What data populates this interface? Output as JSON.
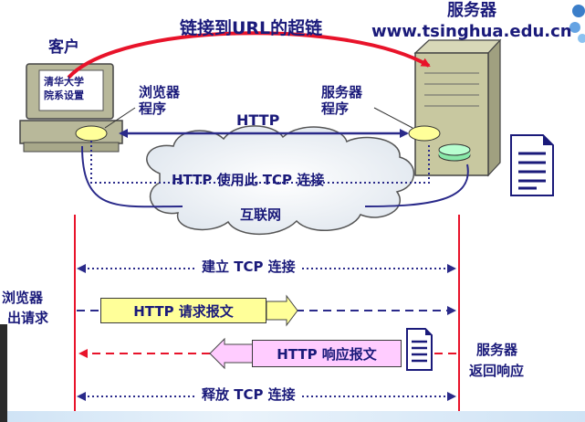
{
  "top_arrow_label": "链接到URL的超链",
  "client": {
    "title": "客户",
    "screen_line1": "清华大学",
    "screen_line2": "院系设置"
  },
  "server": {
    "title": "服务器",
    "url": "www.tsinghua.edu.cn"
  },
  "browser_program": {
    "line1": "浏览器",
    "line2": "程序"
  },
  "server_program": {
    "line1": "服务器",
    "line2": "程序"
  },
  "http_label": "HTTP",
  "tcp_use_label": "HTTP 使用此 TCP 连接",
  "internet_label": "互联网",
  "timeline": {
    "establish_tcp": "建立 TCP 连接",
    "request_msg": "HTTP 请求报文",
    "response_msg": "HTTP 响应报文",
    "release_tcp": "释放 TCP 连接",
    "browser_left_line1": "浏览器",
    "browser_left_line2": "出请求",
    "server_reply_line1": "服务器",
    "server_reply_line2": "返回响应"
  },
  "colors": {
    "navy": "#1a1a7a",
    "red": "#e8132a",
    "request_fill": "#ffff99",
    "response_fill": "#ffccff",
    "server_body": "#c8c8a0"
  }
}
